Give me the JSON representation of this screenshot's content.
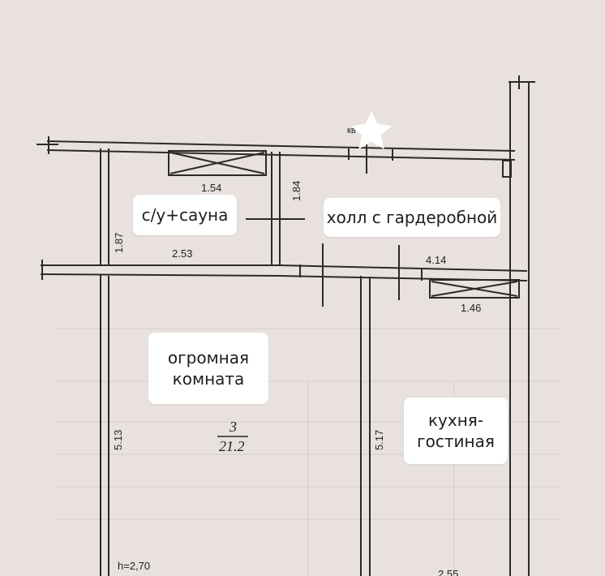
{
  "rooms": {
    "bathroom": "с/у+сауна",
    "hall": "холл с гардеробной",
    "big_room": "огромная комната",
    "kitchen": "кухня-гостиная"
  },
  "dimensions": {
    "d154": "1.54",
    "d184": "1.84",
    "d187": "1.87",
    "d253": "2.53",
    "d414": "4.14",
    "d146": "1.46",
    "d513": "5.13",
    "d517": "5.17",
    "room_number": "3",
    "room_area": "21.2",
    "ceiling_height": "h=2,70",
    "cut_dim": "2.55",
    "entry_mark": "кв"
  },
  "colors": {
    "paper": "#e8e1de",
    "wall_line": "#2a2a2a",
    "star": "#ffffff"
  }
}
